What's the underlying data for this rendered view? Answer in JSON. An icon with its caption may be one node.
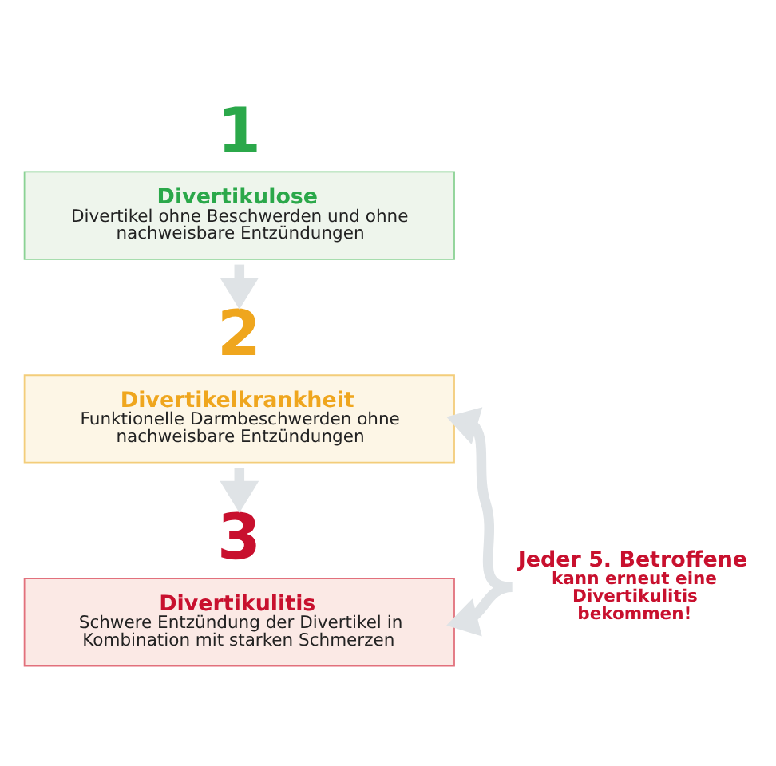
{
  "diagram": {
    "nodes": [
      {
        "text": [
          "1",
          "Divertikulose",
          "Divertikel ohne Beschwerden und ohne nachweisbare Entzündungen"
        ]
      },
      {
        "text": [
          "2",
          "Divertikelkrankheit",
          "Funktionelle Darmbeschwerden ohne nachweisbare Entzündungen"
        ]
      },
      {
        "text": [
          "3",
          "Divertikulitis",
          "Schwere Entzündung der Divertikel in Kombination mit starken Schmerzen"
        ]
      },
      {
        "text": [
          "Jeder 5. Betroffene",
          "kann erneut eine Divertikulitis bekommen!"
        ]
      }
    ],
    "edges": [
      {
        "from": 0,
        "to": 1,
        "arrow": "to"
      },
      {
        "from": 1,
        "to": 2,
        "arrow": "to"
      },
      {
        "from": 3,
        "to": 1,
        "arrow": "to"
      },
      {
        "from": 3,
        "to": 2,
        "arrow": "to"
      }
    ]
  }
}
